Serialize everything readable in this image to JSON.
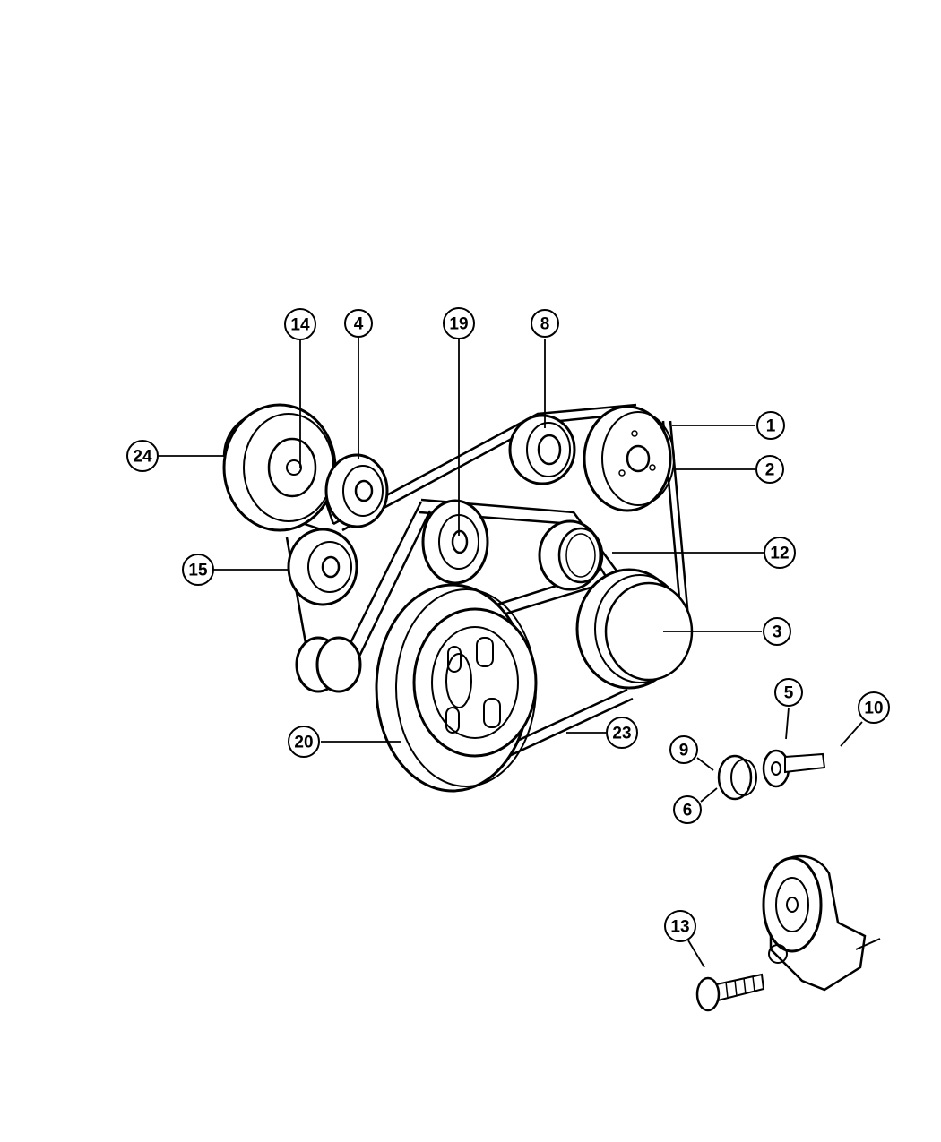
{
  "callouts": {
    "c1": "1",
    "c2": "2",
    "c3": "3",
    "c4": "4",
    "c5": "5",
    "c6": "6",
    "c8": "8",
    "c9": "9",
    "c10": "10",
    "c12": "12",
    "c13": "13",
    "c14": "14",
    "c15": "15",
    "c19": "19",
    "c20": "20",
    "c23": "23",
    "c24": "24"
  }
}
